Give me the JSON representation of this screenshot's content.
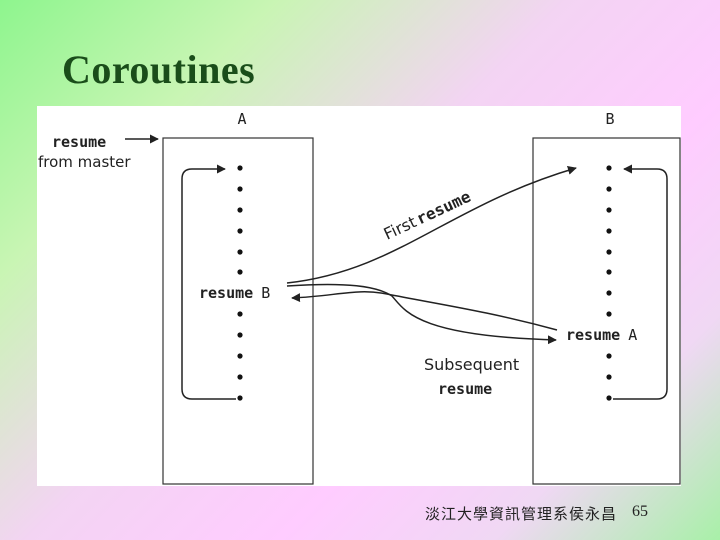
{
  "title": "Coroutines",
  "diagram": {
    "left_label": "A",
    "right_label": "B",
    "resume_entry": "resume",
    "from_master": "from master",
    "resume_keyword": "resume",
    "target_b": "B",
    "target_a": "A",
    "first_word": "First",
    "first_resume": "resume",
    "subsequent_word": "Subsequent",
    "subsequent_resume": "resume"
  },
  "footer": {
    "text": "淡江大學資訊管理系侯永昌",
    "page_number": "65"
  }
}
